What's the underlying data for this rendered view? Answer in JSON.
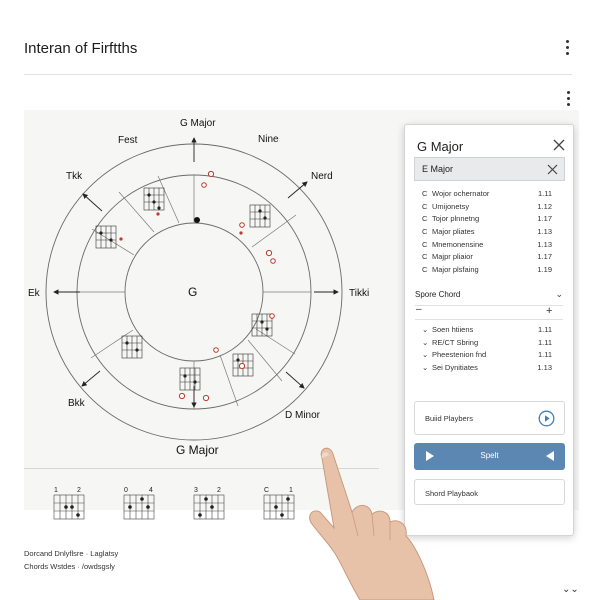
{
  "header": {
    "title": "Interan of Firftths"
  },
  "wheel": {
    "center": "G",
    "caption": "G Major",
    "labels": {
      "top": "G Major",
      "top_left": "Fest",
      "top_right": "Nine",
      "upper_left": "Tkk",
      "upper_right": "Nerd",
      "left": "Ek",
      "right": "Tikki",
      "lower_left": "Bkk",
      "lower_right": "D Minor"
    }
  },
  "chord_diagrams": [
    {
      "fret_label": "1",
      "fret_label_2": "2"
    },
    {
      "fret_label": "0",
      "fret_label_2": "4"
    },
    {
      "fret_label": "3",
      "fret_label_2": "2"
    },
    {
      "fret_label": "C",
      "fret_label_2": "1"
    }
  ],
  "footer": {
    "line1": "Dorcand Dnlyflsre · Laglatsy",
    "line2": "Chords Wstdes · /owdsgsly"
  },
  "panel": {
    "title": "G Major",
    "selected": "E Major",
    "chords": [
      {
        "mark": "C",
        "label": "Wojor ochernator",
        "value": "1.11"
      },
      {
        "mark": "C",
        "label": "Umijonetsy",
        "value": "1.12"
      },
      {
        "mark": "C",
        "label": "Tojor plnnetng",
        "value": "1.17"
      },
      {
        "mark": "C",
        "label": "Major pliates",
        "value": "1.13"
      },
      {
        "mark": "C",
        "label": "Mnemonensine",
        "value": "1.13"
      },
      {
        "mark": "C",
        "label": "Majpr pliaior",
        "value": "1.17"
      },
      {
        "mark": "C",
        "label": "Major plsfaing",
        "value": "1.19"
      }
    ],
    "section": "Spore Chord",
    "section_items": [
      {
        "mark": "⌄",
        "label": "Soen htiiens",
        "value": "1.11"
      },
      {
        "mark": "⌄",
        "label": "RE/CT Sbring",
        "value": "1.11"
      },
      {
        "mark": "⌄",
        "label": "Pheestenion fnd",
        "value": "1.11"
      },
      {
        "mark": "⌄",
        "label": "Sei Dynitiates",
        "value": "1.13"
      }
    ],
    "build_label": "Buiid Playbers",
    "spelt_label": "Spelt",
    "chord_playback_label": "Shord Playbaok"
  }
}
